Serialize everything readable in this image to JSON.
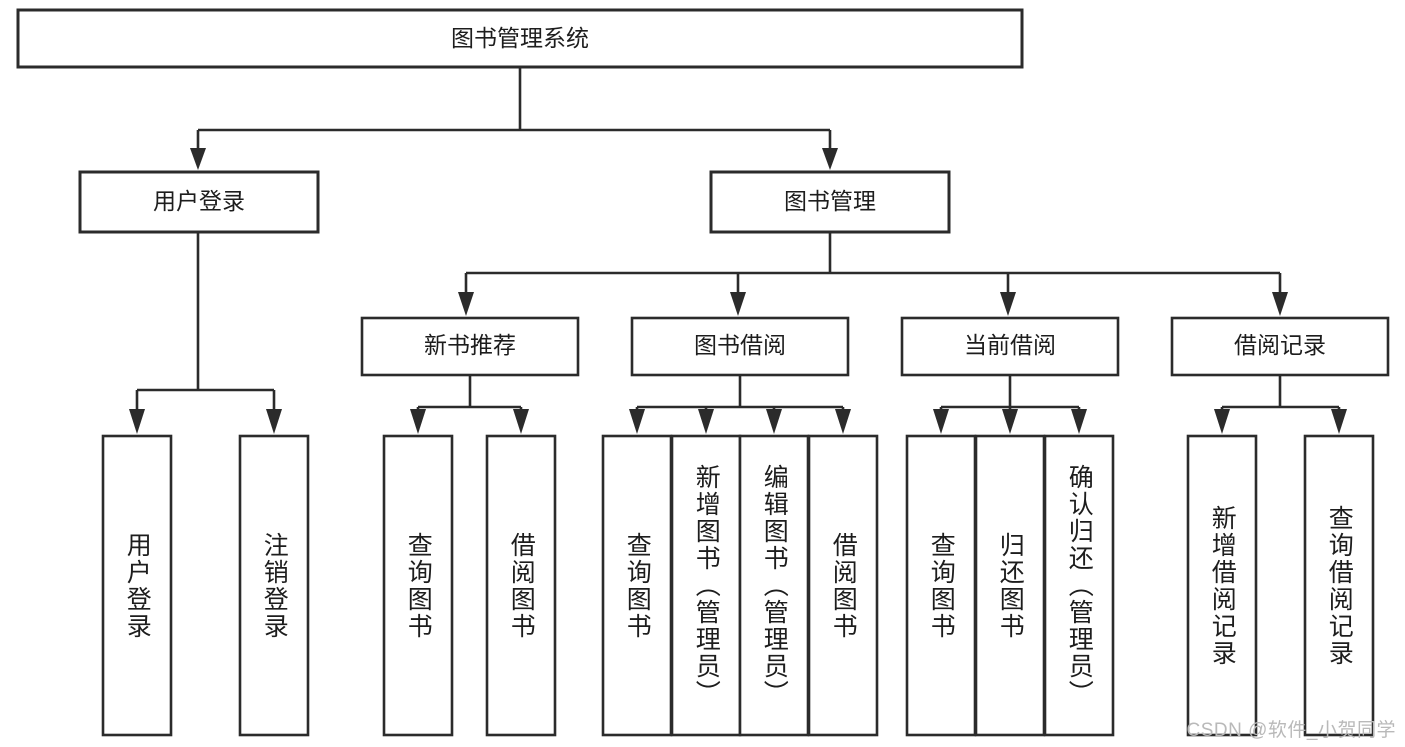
{
  "diagram": {
    "type": "tree",
    "title": "图书管理系统",
    "orientation": "top-down",
    "colors": {
      "box_stroke": "#2b2b2b",
      "box_fill": "#ffffff",
      "text": "#1d1d1d",
      "background": "#ffffff",
      "watermark": "#b9b9b9"
    },
    "root": {
      "label": "图书管理系统"
    },
    "level2": [
      {
        "label": "用户登录"
      },
      {
        "label": "图书管理"
      }
    ],
    "level3": [
      {
        "label": "新书推荐"
      },
      {
        "label": "图书借阅"
      },
      {
        "label": "当前借阅"
      },
      {
        "label": "借阅记录"
      }
    ],
    "leaves": {
      "user_login": [
        {
          "label": "用户登录"
        },
        {
          "label": "注销登录"
        }
      ],
      "new_book_recommend": [
        {
          "label": "查询图书"
        },
        {
          "label": "借阅图书"
        }
      ],
      "book_borrow": [
        {
          "label": "查询图书"
        },
        {
          "label": "新增图书（管理员）"
        },
        {
          "label": "编辑图书（管理员）"
        },
        {
          "label": "借阅图书"
        }
      ],
      "current_borrow": [
        {
          "label": "查询图书"
        },
        {
          "label": "归还图书"
        },
        {
          "label": "确认归还（管理员）"
        }
      ],
      "borrow_record": [
        {
          "label": "新增借阅记录"
        },
        {
          "label": "查询借阅记录"
        }
      ]
    }
  },
  "watermark": {
    "text": "CSDN @软件_小贺同学"
  }
}
